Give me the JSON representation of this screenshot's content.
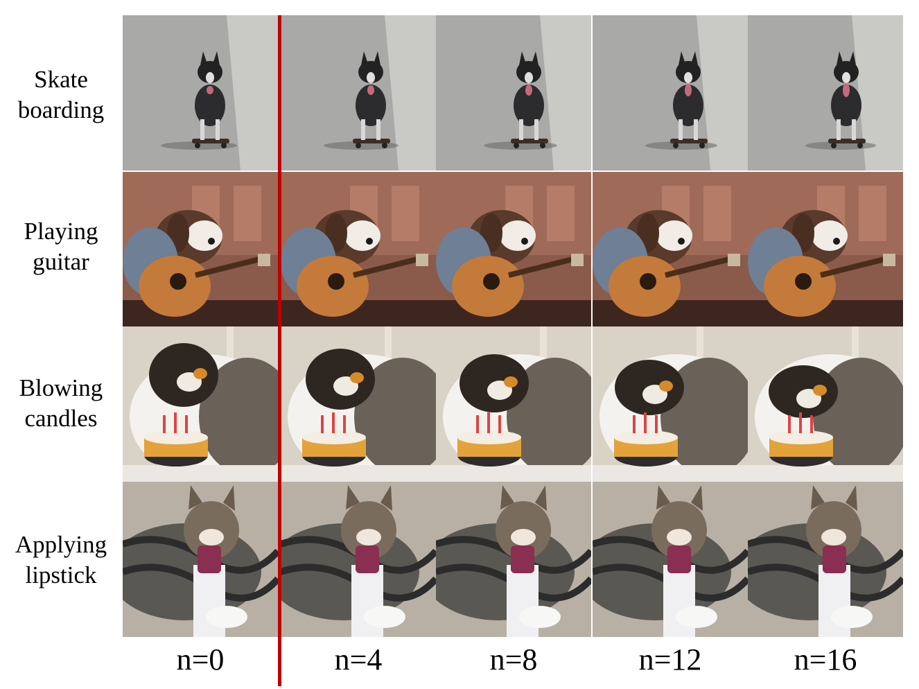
{
  "rows": [
    {
      "line1": "Skate",
      "line2": "boarding",
      "scene": "skate"
    },
    {
      "line1": "Playing",
      "line2": "guitar",
      "scene": "guitar"
    },
    {
      "line1": "Blowing",
      "line2": "candles",
      "scene": "candles"
    },
    {
      "line1": "Applying",
      "line2": "lipstick",
      "scene": "lipstick"
    }
  ],
  "columns": [
    {
      "label": "n=0"
    },
    {
      "label": "n=4"
    },
    {
      "label": "n=8"
    },
    {
      "label": "n=12"
    },
    {
      "label": "n=16"
    }
  ],
  "colors": {
    "divider": "#c00000",
    "road": "#a9aaa8",
    "wood_bg": "#8a5a4a",
    "wall_bg": "#d9d2c7",
    "cushion_bg": "#b8b0a5"
  }
}
